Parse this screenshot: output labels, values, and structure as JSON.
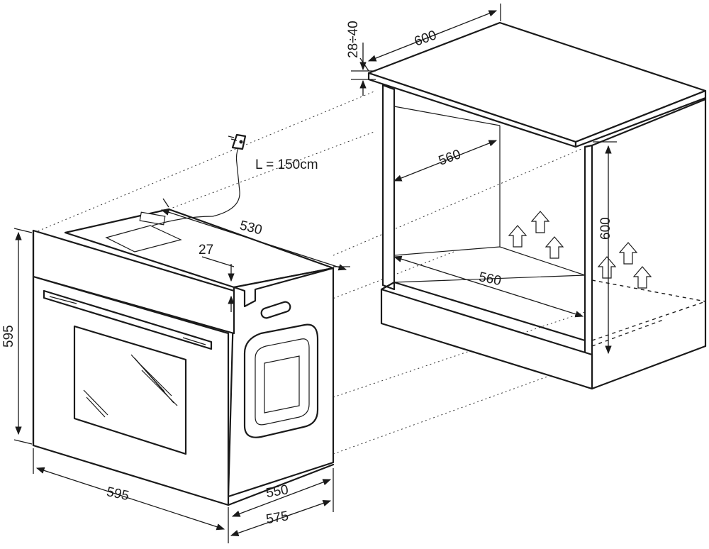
{
  "labels": {
    "cable_length": "L = 150cm",
    "top_width": "600",
    "top_thickness": "28÷40",
    "niche_width_upper": "560",
    "niche_width_lower": "560",
    "niche_height": "600",
    "oven_height": "595",
    "oven_width": "595",
    "oven_depth_body": "550",
    "oven_depth_total": "575",
    "oven_top_depth": "530",
    "front_offset": "27"
  },
  "colors": {
    "line": "#1a1a1a",
    "background": "#ffffff"
  },
  "icons": [
    "airflow-arrow-icon",
    "power-plug-icon"
  ]
}
